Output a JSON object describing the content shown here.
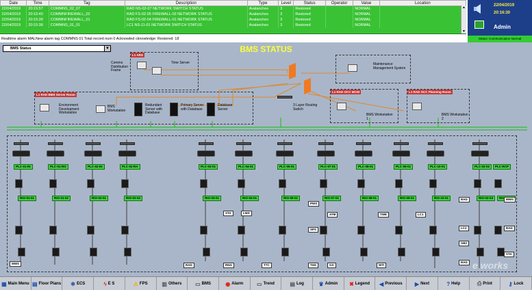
{
  "alarm_table": {
    "headers": [
      "Date",
      "Time",
      "Tag",
      "Description",
      "Type",
      "Level",
      "Status",
      "Operator",
      "Value",
      "Location"
    ],
    "rows": [
      [
        "22/04/2019",
        "20:15:57",
        "COMMNS_02_07",
        "RAD NS-02-07 NETWORK SWITCH STATUS",
        "Avalanches",
        "3",
        "Restored",
        "",
        "NORMAL",
        ""
      ],
      [
        "22/04/2019",
        "20:15:40",
        "COMMNFIREWALL_02",
        "RAD FS-02-05 FIREWALL-02 NETWORK STATUS",
        "Avalanches",
        "3",
        "Restored",
        "",
        "NORMAL",
        ""
      ],
      [
        "22/04/2019",
        "20:15:39",
        "COMMNFIREWALL_01",
        "RAD FS-02-04 FIREWALL-01 NETWORK STATUS",
        "Avalanches",
        "3",
        "Restored",
        "",
        "NORMAL",
        ""
      ],
      [
        "22/04/2019",
        "20:15:38",
        "COMMNS_01_01",
        "LC1 NS-11-01 NETWORK SWITCH STATUS",
        "Avalanches",
        "3",
        "Restored",
        "",
        "NORMAL",
        ""
      ]
    ]
  },
  "right_panel": {
    "date": "22/04/2019",
    "time": "20:16:30",
    "user": "Admin",
    "status": "Status: Communication Normal"
  },
  "realtime_line": "Realtime alarm    MALNew alarm tag COMMNS 01 Total record num 0 Acknowled cknowledge: Restored: 18",
  "dropdown_value": "BMS Status",
  "title": "BMS STATUS",
  "labels": {
    "l1ars": "L1 ARS",
    "comms": "Comms Distribution Frame",
    "time_server": "Time Server",
    "maintenance": "Maintenance Management System",
    "l1_bms_room": "L1 RAD BMS Server Room",
    "env_ws": "Environment Development Workstation",
    "bms_ws": "BMS Workstation",
    "redundant": "Redundant Server with Database",
    "primary": "Primary Server with Database",
    "database": "Database Server",
    "layer3": "3 Layer Routing Switch",
    "occ_mcdi": "L1 RAD OCC MCDI",
    "bms_ws1": "BMS Workstation 1",
    "occ_planning": "L1 RAD OCC Planning Room",
    "bms_ws2": "BMS Workstation 2"
  },
  "plc_tags": [
    "PLC-01-IN",
    "PLC-01-RO",
    "PLC-02-IN",
    "PLC-02-RA",
    "PLC-03-01",
    "PLC-04-01",
    "PLC-05-01",
    "PLC-07-01",
    "PLC-08-01",
    "PLC-09-01",
    "PLC-10-01",
    "PLC-02-02",
    "PLC-RCP"
  ],
  "rio_tags": [
    "RIO-01-01",
    "RIO-01-02",
    "RIO-02-01",
    "RIO-02-02",
    "RIO-03-01",
    "RIO-04-01",
    "RIO-05-01",
    "RIO-07-01",
    "RIO-08-01",
    "RIO-09-01",
    "RIO-10-01",
    "RIO-02-03",
    "RIO-02-07"
  ],
  "station_tags": [
    "MWS",
    "RAD",
    "STA",
    "LWS",
    "RNG",
    "TTC",
    "PWS",
    "SPS",
    "THS",
    "ATM",
    "GS",
    "TWE",
    "WTI",
    "LC1",
    "RAD",
    "LC2",
    "AB2",
    "RAD",
    "MWS",
    "RAD",
    "STA"
  ],
  "toolbar": [
    {
      "label": "Main Menu",
      "icon": "home-icon",
      "glyph": "▦",
      "color": "#1b4fa8"
    },
    {
      "label": "Floor Plans",
      "icon": "floor-plan-icon",
      "glyph": "▤",
      "color": "#1b4fa8"
    },
    {
      "label": "ECS",
      "icon": "fan-icon",
      "glyph": "✻",
      "color": "#1b4fa8"
    },
    {
      "label": "E S",
      "icon": "electric-icon",
      "glyph": "ϟ",
      "color": "#d21"
    },
    {
      "label": "FPS",
      "icon": "fire-warning-icon",
      "glyph": "⚠",
      "color": "#e8b000"
    },
    {
      "label": "Others",
      "icon": "others-icon",
      "glyph": "▥",
      "color": "#555"
    },
    {
      "label": "BMS",
      "icon": "bms-icon",
      "glyph": "▭",
      "color": "#555"
    },
    {
      "label": "Alarm",
      "icon": "alarm-icon",
      "glyph": "◉",
      "color": "#d21"
    },
    {
      "label": "Trend",
      "icon": "trend-icon",
      "glyph": "▭",
      "color": "#555"
    },
    {
      "label": "Log",
      "icon": "log-icon",
      "glyph": "▤",
      "color": "#555"
    },
    {
      "label": "Admin",
      "icon": "admin-icon",
      "glyph": "♛",
      "color": "#1b4fa8"
    },
    {
      "label": "Legend",
      "icon": "legend-icon",
      "glyph": "✖",
      "color": "#d21"
    },
    {
      "label": "Previous",
      "icon": "previous-icon",
      "glyph": "◀",
      "color": "#1b4fa8"
    },
    {
      "label": "Next",
      "icon": "next-icon",
      "glyph": "▶",
      "color": "#1b4fa8"
    },
    {
      "label": "Help",
      "icon": "help-icon",
      "glyph": "?",
      "color": "#1b4fa8"
    },
    {
      "label": "Print",
      "icon": "print-icon",
      "glyph": "⎙",
      "color": "#555"
    },
    {
      "label": "Lock",
      "icon": "lock-icon",
      "glyph": "⚷",
      "color": "#1b4fa8"
    }
  ],
  "watermark": "e works"
}
